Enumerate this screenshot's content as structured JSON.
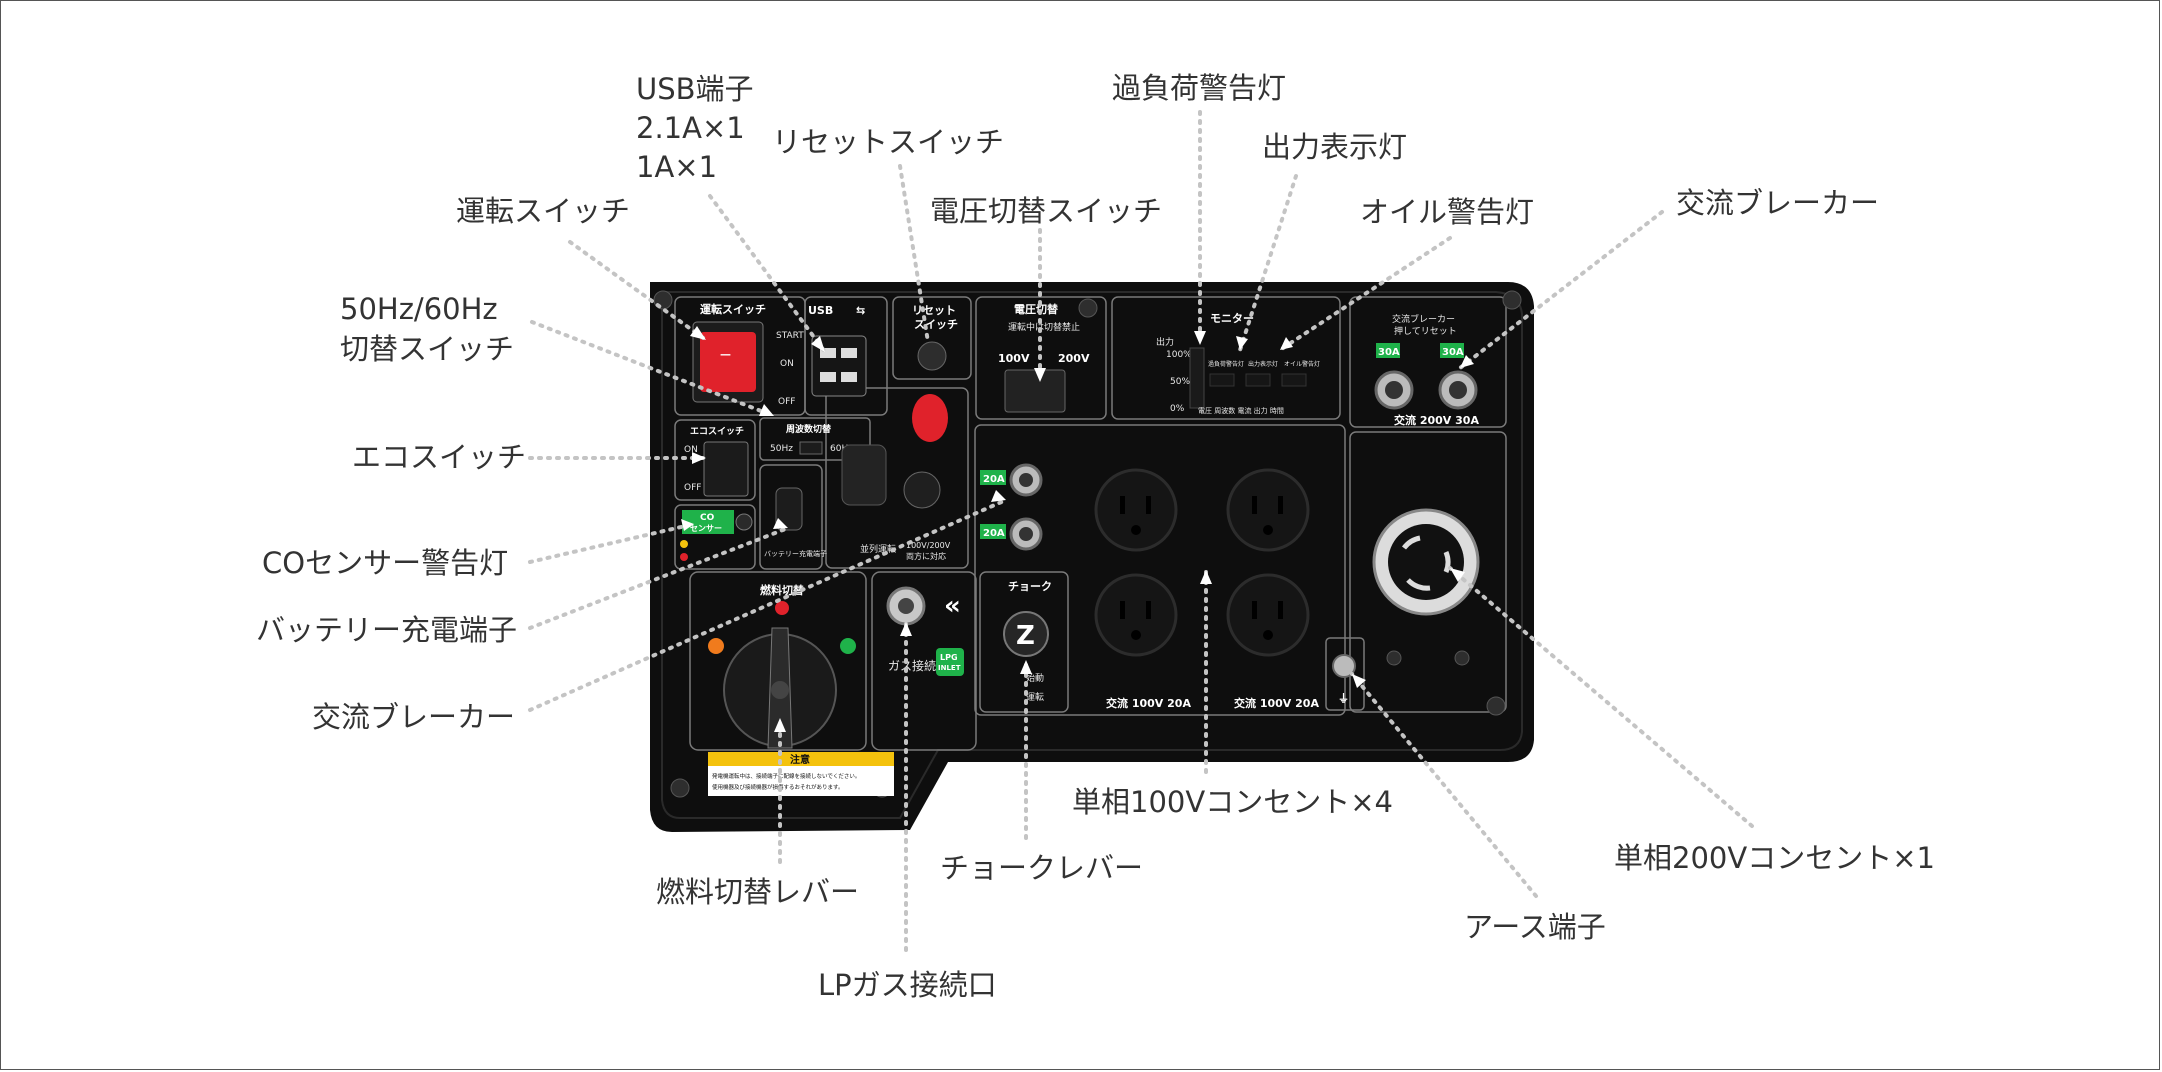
{
  "callouts": {
    "usb_line1": "USB端子",
    "usb_line2": "2.1A×1",
    "usb_line3": "1A×1",
    "reset_switch": "リセットスイッチ",
    "run_switch": "運転スイッチ",
    "voltage_switch": "電圧切替スイッチ",
    "overload_lamp": "過負荷警告灯",
    "output_lamp": "出力表示灯",
    "oil_lamp": "オイル警告灯",
    "ac_breaker_top": "交流ブレーカー",
    "freq_line1": "50Hz/60Hz",
    "freq_line2": "切替スイッチ",
    "eco_switch": "エコスイッチ",
    "co_sensor": "COセンサー警告灯",
    "battery_terminal": "バッテリー充電端子",
    "ac_breaker_left": "交流ブレーカー",
    "outlet_100v": "単相100Vコンセント×4",
    "outlet_200v": "単相200Vコンセント×1",
    "choke_lever": "チョークレバー",
    "fuel_lever": "燃料切替レバー",
    "earth_terminal": "アース端子",
    "lp_gas_port": "LPガス接続口"
  },
  "panel": {
    "run_switch_title": "運転スイッチ",
    "start": "START",
    "on": "ON",
    "off": "OFF",
    "usb": "USB",
    "reset_title1": "リセット",
    "reset_title2": "スイッチ",
    "voltage_title": "電圧切替",
    "voltage_note": "運転中は切替禁止",
    "v100": "100V",
    "v200": "200V",
    "monitor_title": "モニター",
    "monitor_labels": [
      "出力",
      "100%",
      "50%",
      "0%",
      "過負荷警告灯",
      "出力表示灯",
      "オイル警告灯"
    ],
    "monitor_bottom": "電圧 周波数 電流 出力 時間",
    "breaker_top_title1": "交流ブレーカー",
    "breaker_top_title2": "押してリセット",
    "breaker_30a": "30A",
    "ac_200v": "交流 200V 30A",
    "freq_title": "周波数切替",
    "hz50": "50Hz",
    "hz60": "60Hz",
    "eco_title": "エコスイッチ",
    "co_badge1": "CO",
    "co_badge2": "センサー",
    "battery_label": "バッテリー充電端子",
    "breaker_20a": "20A",
    "parallel_label": "並列運転",
    "parallel_note1": "100V/200V",
    "parallel_note2": "両方に対応",
    "choke_title": "チョーク",
    "choke_start": "始動",
    "choke_run": "運転",
    "ac_100v": "交流 100V 20A",
    "fuel_title": "燃料切替",
    "gas_label": "ガス接続",
    "lpg_badge1": "LPG",
    "lpg_badge2": "INLET",
    "caution_title": "注意",
    "caution_line1": "発電機運転中は、接続端子に配線を接続しないでください。",
    "caution_line2": "使用機器及び接続機器が損傷するおそれがあります。"
  },
  "colors": {
    "panel": "#0e0e0e",
    "leader": "#c4c4c4",
    "label_text": "#333333",
    "switch_red": "#e0222b",
    "badge_green": "#1fb24a",
    "caution_yellow": "#f4c20d"
  }
}
